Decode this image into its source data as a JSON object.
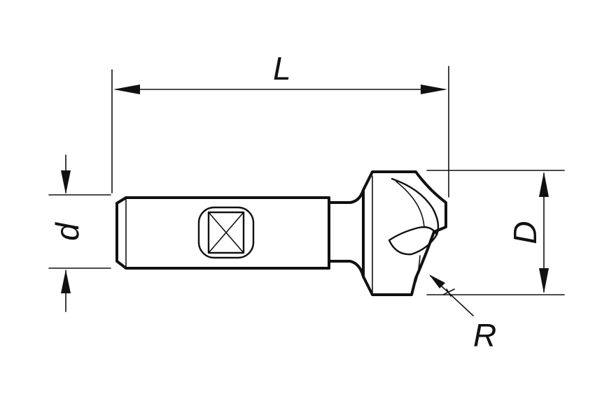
{
  "labels": {
    "length": "L",
    "shank_diameter": "d",
    "cutter_diameter": "D",
    "radius": "R"
  },
  "colors": {
    "ink": "#111111",
    "background": "#ffffff"
  }
}
